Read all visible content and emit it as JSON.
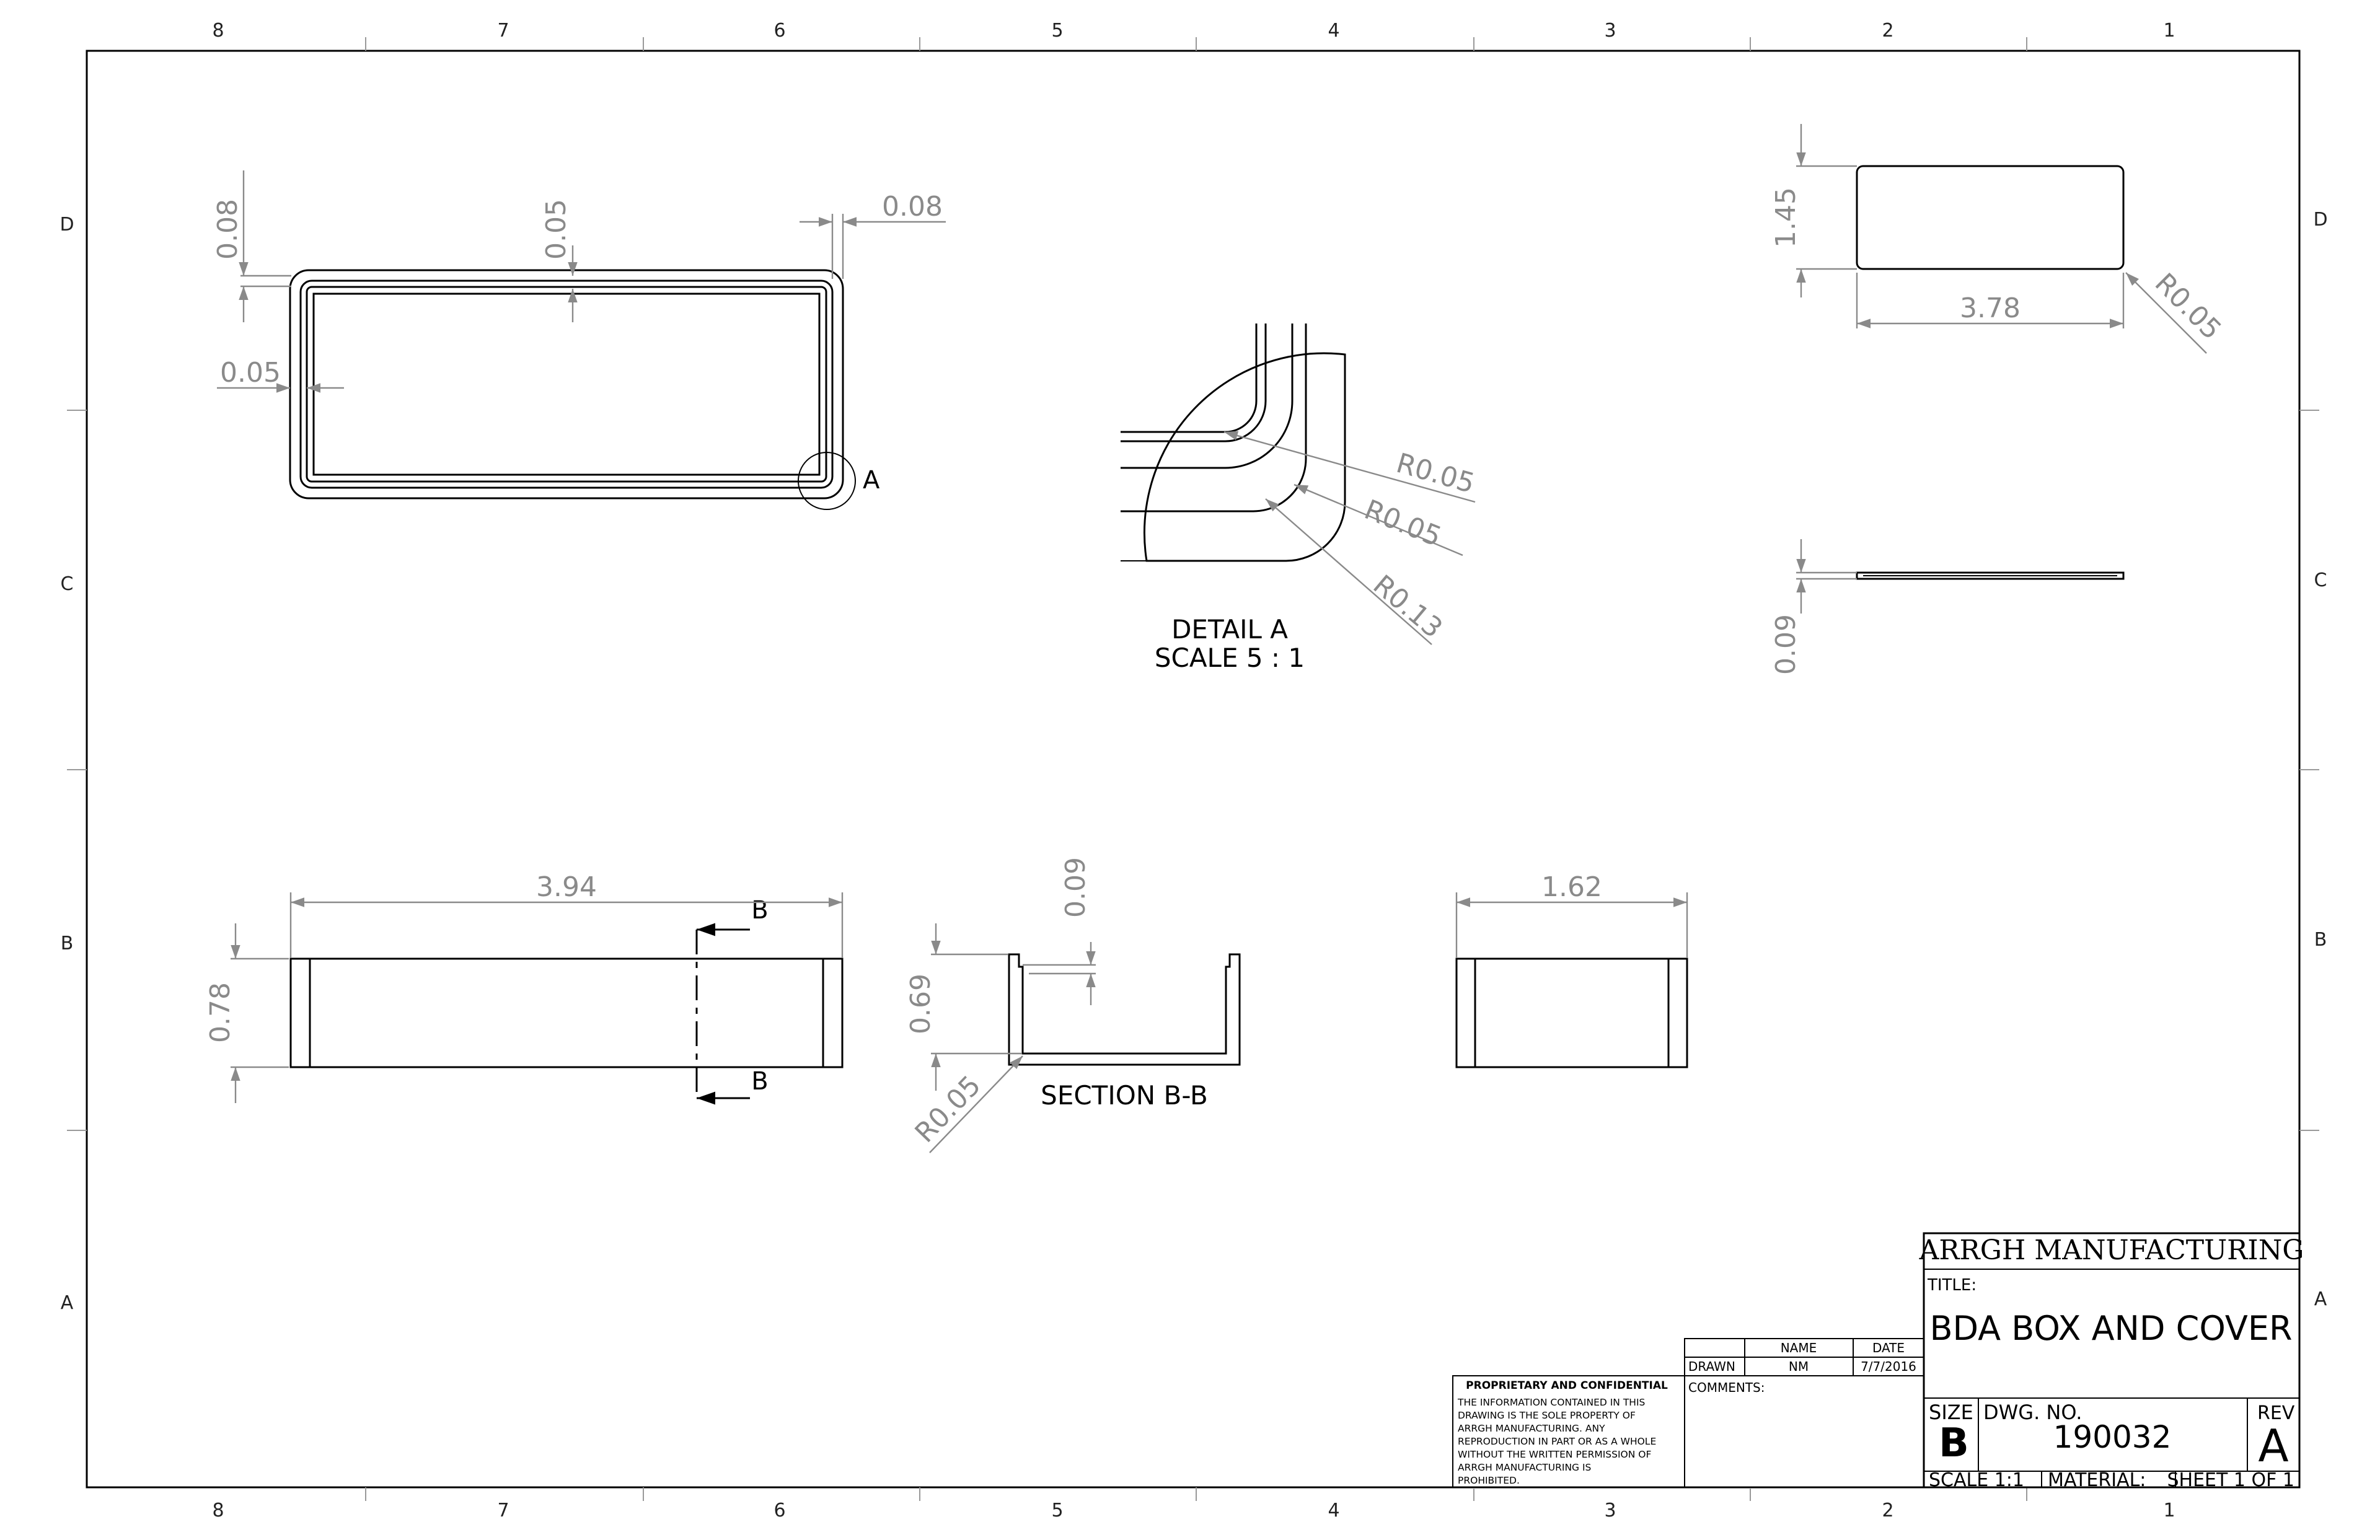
{
  "border": {
    "columns_top": [
      "8",
      "7",
      "6",
      "5",
      "4",
      "3",
      "2",
      "1"
    ],
    "columns_bottom": [
      "8",
      "7",
      "6",
      "5",
      "4",
      "3",
      "2",
      "1"
    ],
    "rows_left": [
      "D",
      "C",
      "B",
      "A"
    ],
    "rows_right": [
      "D",
      "C",
      "B",
      "A"
    ]
  },
  "top_view": {
    "dims": [
      "0.08",
      "0.05",
      "0.08",
      "0.05"
    ],
    "detail_callout": "A"
  },
  "detail_a": {
    "radii": [
      "R0.05",
      "R0.05",
      "R0.13"
    ],
    "title": "DETAIL A",
    "scale": "SCALE 5 : 1"
  },
  "cover_top": {
    "height": "1.45",
    "width": "3.78",
    "radius": "R0.05"
  },
  "cover_side": {
    "thickness": "0.09"
  },
  "front_view": {
    "width": "3.94",
    "height": "0.78",
    "section_mark_top": "B",
    "section_mark_bottom": "B"
  },
  "section_bb": {
    "top_dim": "0.09",
    "height": "0.69",
    "radius": "R0.05",
    "title": "SECTION B-B"
  },
  "side_view": {
    "width": "1.62"
  },
  "title_block": {
    "company": "ARRGH MANUFACTURING",
    "title_label": "TITLE:",
    "title": "BDA BOX AND COVER",
    "name_header": "NAME",
    "date_header": "DATE",
    "drawn_label": "DRAWN",
    "drawn_name": "NM",
    "drawn_date": "7/7/2016",
    "comments_label": "COMMENTS:",
    "proprietary_title": "PROPRIETARY AND CONFIDENTIAL",
    "proprietary_lines": [
      "THE INFORMATION CONTAINED IN THIS",
      "DRAWING IS THE SOLE PROPERTY OF",
      "ARRGH MANUFACTURING.  ANY",
      "REPRODUCTION IN PART OR AS A WHOLE",
      "WITHOUT THE WRITTEN PERMISSION OF",
      "ARRGH MANUFACTURING IS",
      "PROHIBITED."
    ],
    "size_label": "SIZE",
    "size": "B",
    "dwg_label": "DWG.  NO.",
    "dwg_no": "190032",
    "rev_label": "REV",
    "rev": "A",
    "scale": "SCALE  1:1",
    "material": "MATERIAL:",
    "sheet": "SHEET 1 OF 1"
  }
}
